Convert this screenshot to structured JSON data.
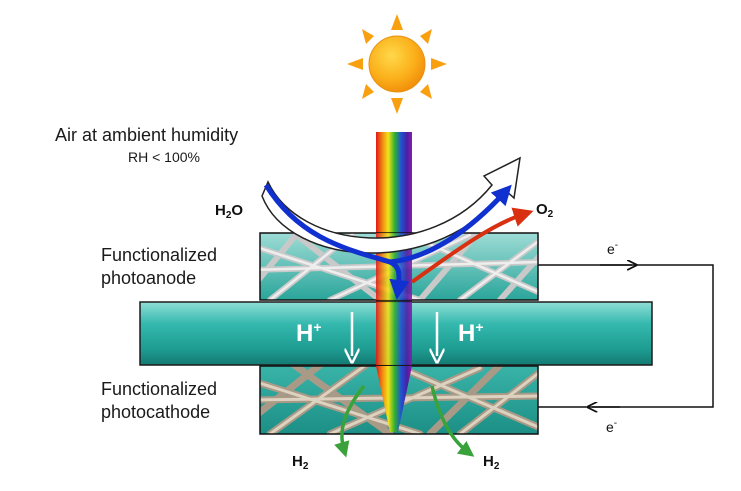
{
  "labels": {
    "air_title": "Air at ambient humidity",
    "air_condition": "RH < 100%",
    "anode_line1": "Functionalized",
    "anode_line2": "photoanode",
    "cathode_line1": "Functionalized",
    "cathode_line2": "photocathode"
  },
  "species": {
    "water": {
      "base": "H",
      "sub": "2",
      "tail": "O"
    },
    "oxygen": {
      "base": "O",
      "sub": "2"
    },
    "hydrogen_left": {
      "base": "H",
      "sub": "2"
    },
    "hydrogen_right": {
      "base": "H",
      "sub": "2"
    },
    "proton_left": {
      "base": "H",
      "sup": "+"
    },
    "proton_right": {
      "base": "H",
      "sup": "+"
    }
  },
  "electrons": {
    "top": {
      "base": "e",
      "sup": "-"
    },
    "bottom": {
      "base": "e",
      "sup": "-"
    }
  },
  "colors": {
    "membrane": "#2fb3a8",
    "membrane_outline": "#1c1c1c",
    "water_arrow": "#1030d0",
    "oxygen_arrow": "#d83010",
    "hydrogen_arrow": "#3aa23a",
    "air_arrow_fill": "#ffffff",
    "sun": "#f8a010",
    "anode_fibers": "#d8d8d8",
    "cathode_fibers": "#c8bca8"
  },
  "icons": [
    "sun-icon",
    "light-beam-icon",
    "air-flow-arrow-icon"
  ]
}
